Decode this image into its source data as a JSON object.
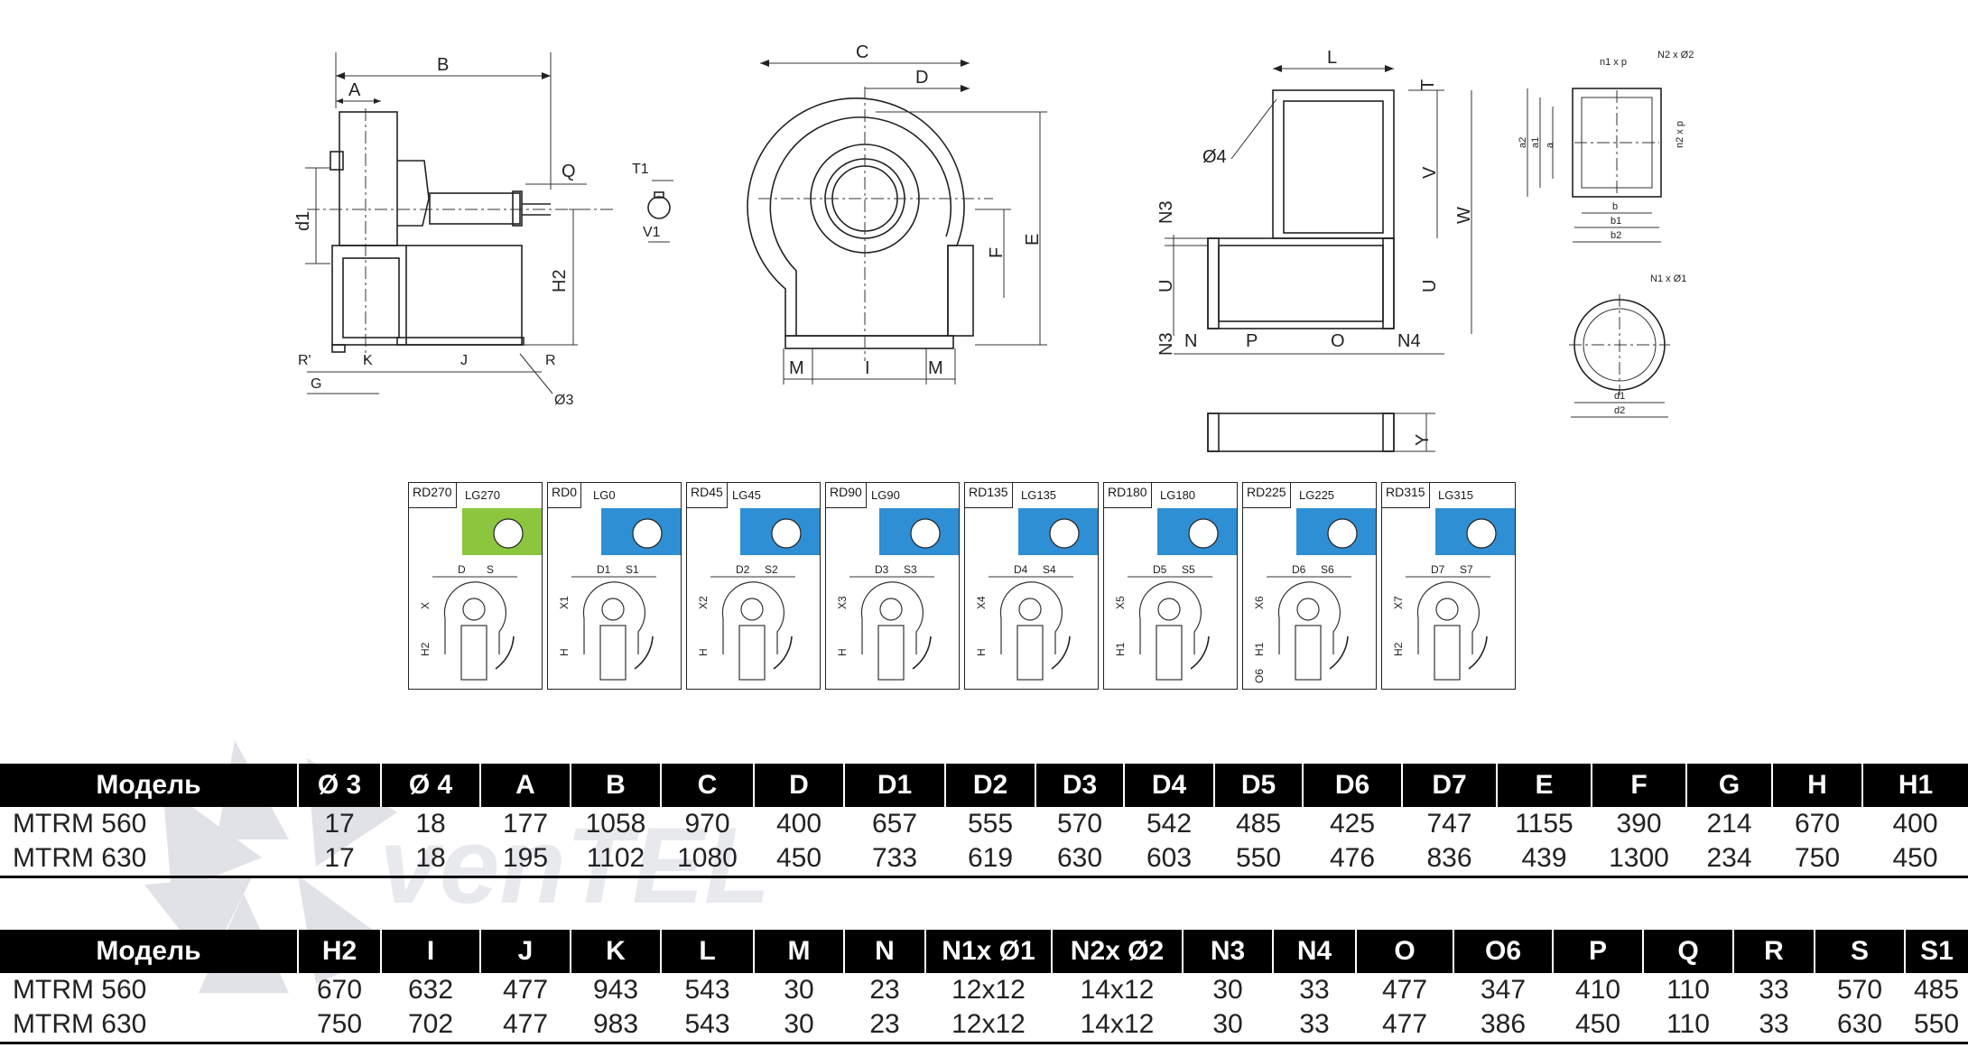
{
  "drawing": {
    "side_view_labels": [
      "B",
      "A",
      "Q",
      "d1",
      "H2",
      "R'",
      "K",
      "J",
      "R",
      "G",
      "Ø3"
    ],
    "shaft_labels": [
      "T1",
      "V1"
    ],
    "front_view_labels": [
      "C",
      "D",
      "F",
      "E",
      "M",
      "I",
      "M"
    ],
    "top_view_labels": [
      "L",
      "T",
      "Ø4",
      "V",
      "W",
      "N3",
      "U",
      "U",
      "N3",
      "N",
      "P",
      "O",
      "N4",
      "Y"
    ],
    "flange_rect_labels": [
      "n1 x p",
      "N2 x Ø2",
      "a2",
      "a1",
      "a",
      "n2 x p",
      "b",
      "b1",
      "b2"
    ],
    "flange_round_labels": [
      "N1 x Ø1",
      "d1",
      "d2"
    ]
  },
  "mounts": [
    {
      "rd": "RD270",
      "lg": "LG270",
      "color": "#8cc63f",
      "d": "D",
      "s": "S",
      "x": "X",
      "h": "H2"
    },
    {
      "rd": "RD0",
      "lg": "LG0",
      "color": "#2e8fd4",
      "d": "D1",
      "s": "S1",
      "x": "X1",
      "h": "H"
    },
    {
      "rd": "RD45",
      "lg": "LG45",
      "color": "#2e8fd4",
      "d": "D2",
      "s": "S2",
      "x": "X2",
      "h": "H"
    },
    {
      "rd": "RD90",
      "lg": "LG90",
      "color": "#2e8fd4",
      "d": "D3",
      "s": "S3",
      "x": "X3",
      "h": "H"
    },
    {
      "rd": "RD135",
      "lg": "LG135",
      "color": "#2e8fd4",
      "d": "D4",
      "s": "S4",
      "x": "X4",
      "h": "H"
    },
    {
      "rd": "RD180",
      "lg": "LG180",
      "color": "#2e8fd4",
      "d": "D5",
      "s": "S5",
      "x": "X5",
      "h": "H1"
    },
    {
      "rd": "RD225",
      "lg": "LG225",
      "color": "#2e8fd4",
      "d": "D6",
      "s": "S6",
      "x": "X6",
      "h": "H1",
      "h2": "O6"
    },
    {
      "rd": "RD315",
      "lg": "LG315",
      "color": "#2e8fd4",
      "d": "D7",
      "s": "S7",
      "x": "X7",
      "h": "H2"
    }
  ],
  "watermark": {
    "text": "venTEL"
  },
  "table1": {
    "headers": [
      "Модель",
      "Ø 3",
      "Ø 4",
      "A",
      "B",
      "C",
      "D",
      "D1",
      "D2",
      "D3",
      "D4",
      "D5",
      "D6",
      "D7",
      "E",
      "F",
      "G",
      "H",
      "H1"
    ],
    "rows": [
      [
        "MTRM 560",
        "17",
        "18",
        "177",
        "1058",
        "970",
        "400",
        "657",
        "555",
        "570",
        "542",
        "485",
        "425",
        "747",
        "1155",
        "390",
        "214",
        "670",
        "400"
      ],
      [
        "MTRM 630",
        "17",
        "18",
        "195",
        "1102",
        "1080",
        "450",
        "733",
        "619",
        "630",
        "603",
        "550",
        "476",
        "836",
        "439",
        "1300",
        "234",
        "750",
        "450"
      ]
    ]
  },
  "table2": {
    "headers": [
      "Модель",
      "H2",
      "I",
      "J",
      "K",
      "L",
      "M",
      "N",
      "N1x Ø1",
      "N2x Ø2",
      "N3",
      "N4",
      "O",
      "O6",
      "P",
      "Q",
      "R",
      "S",
      "S1"
    ],
    "rows": [
      [
        "MTRM 560",
        "670",
        "632",
        "477",
        "943",
        "543",
        "30",
        "23",
        "12x12",
        "14x12",
        "30",
        "33",
        "477",
        "347",
        "410",
        "110",
        "33",
        "570",
        "485"
      ],
      [
        "MTRM 630",
        "750",
        "702",
        "477",
        "983",
        "543",
        "30",
        "23",
        "12x12",
        "14x12",
        "30",
        "33",
        "477",
        "386",
        "450",
        "110",
        "33",
        "630",
        "550"
      ]
    ]
  }
}
